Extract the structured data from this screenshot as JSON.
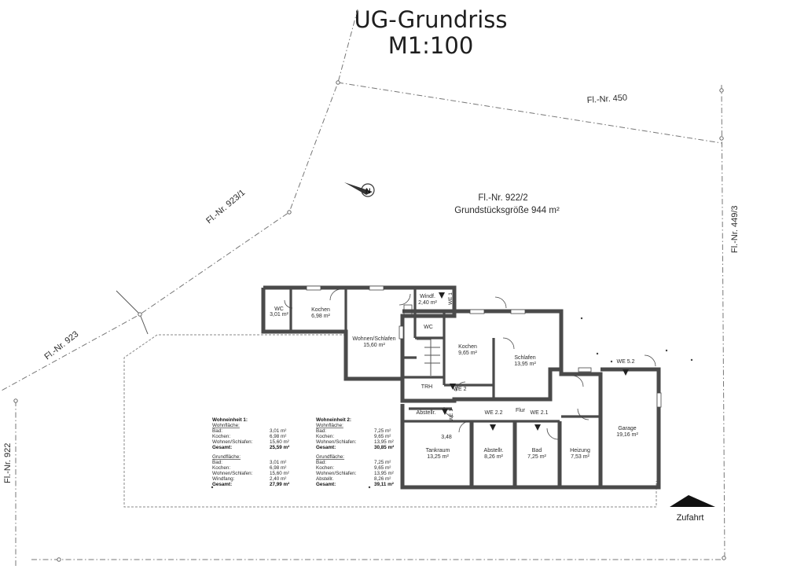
{
  "title": {
    "line1": "UG-Grundriss",
    "line2": "M1:100"
  },
  "parcels": {
    "p450": "Fl.-Nr. 450",
    "p922_2": "Fl.-Nr. 922/2",
    "lot_size": "Grundstücksgröße 944 m²",
    "p923_1": "Fl.-Nr. 923/1",
    "p923": "Fl.-Nr. 923",
    "p922": "Fl.-Nr. 922",
    "p449_3": "Fl.-Nr. 449/3"
  },
  "rooms": {
    "wc1": {
      "name": "WC",
      "area": "3,01 m²"
    },
    "kochen1": {
      "name": "Kochen",
      "area": "6,98 m²"
    },
    "wohnen1": {
      "name": "Wohnen/Schlafen",
      "area": "15,60 m²"
    },
    "windf": {
      "name": "Windf.",
      "area": "2,40 m²"
    },
    "we1": "WE 1",
    "wc2": "WC",
    "kochen2": {
      "name": "Kochen",
      "area": "9,65 m²"
    },
    "schlafen": {
      "name": "Schlafen",
      "area": "13,95 m²"
    },
    "trh": "TRH",
    "we2": "WE 2",
    "abstellr_small": "Abstellr.",
    "flur": "Flur",
    "we22": "WE 2.2",
    "we21": "WE 2.1",
    "height": "3,48",
    "tankraum": {
      "name": "Tankraum",
      "area": "13,25 m²"
    },
    "abstellr": {
      "name": "Abstellr.",
      "area": "8,26 m²"
    },
    "bad": {
      "name": "Bad",
      "area": "7,25 m²"
    },
    "heizung": {
      "name": "Heizung",
      "area": "7,53 m²"
    },
    "garage": {
      "name": "Garage",
      "area": "19,16 m²"
    },
    "we52": "WE 5.2"
  },
  "table": {
    "we1": {
      "heading": "Wohneinheit 1:",
      "sub1": "Wohnfläche:",
      "rows1": [
        {
          "label": "Bad:",
          "value": "3,01 m²"
        },
        {
          "label": "Kochen:",
          "value": "6,98 m²"
        },
        {
          "label": "Wohnen/Schlafen:",
          "value": "15,60 m²"
        }
      ],
      "total1": {
        "label": "Gesamt:",
        "value": "25,59 m²"
      },
      "sub2": "Grundfläche:",
      "rows2": [
        {
          "label": "Bad:",
          "value": "3,01 m²"
        },
        {
          "label": "Kochen:",
          "value": "6,98 m²"
        },
        {
          "label": "Wohnen/Schlafen:",
          "value": "15,60 m²"
        },
        {
          "label": "Windfang:",
          "value": "2,40 m²"
        }
      ],
      "total2": {
        "label": "Gesamt:",
        "value": "27,99 m²"
      }
    },
    "we2": {
      "heading": "Wohneinheit 2:",
      "sub1": "Wohnfläche:",
      "rows1": [
        {
          "label": "Bad:",
          "value": "7,25 m²"
        },
        {
          "label": "Kochen:",
          "value": "9,65 m²"
        },
        {
          "label": "Wohnen/Schlafen:",
          "value": "13,95 m²"
        }
      ],
      "total1": {
        "label": "Gesamt:",
        "value": "30,85 m²"
      },
      "sub2": "Grundfläche:",
      "rows2": [
        {
          "label": "Bad:",
          "value": "7,25 m²"
        },
        {
          "label": "Kochen:",
          "value": "9,65 m²"
        },
        {
          "label": "Wohnen/Schlafen:",
          "value": "13,95 m²"
        },
        {
          "label": "Abstellr.",
          "value": "8,26 m²"
        }
      ],
      "total2": {
        "label": "Gesamt:",
        "value": "39,11 m²"
      }
    }
  },
  "access": "Zufahrt",
  "icons": {
    "north": "north-arrow-icon",
    "access": "access-triangle-icon"
  }
}
